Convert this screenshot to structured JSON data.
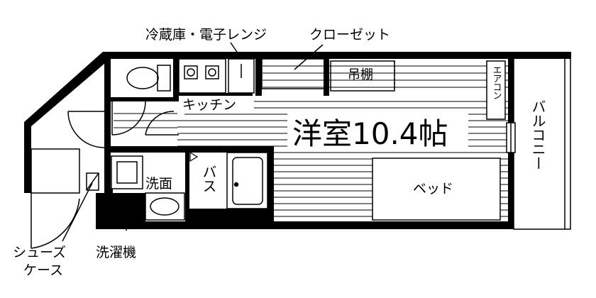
{
  "labels": {
    "fridge_microwave": "冷蔵庫・電子レンジ",
    "closet": "クローゼット",
    "hanging_shelf": "吊棚",
    "aircon": "エアコン",
    "balcony": "バルコニー",
    "kitchen": "キッチン",
    "room": "洋室10.4帖",
    "washbasin": "洗面",
    "bath": "バス",
    "bed": "ベッド",
    "shoe_case_line1": "シューズ",
    "shoe_case_line2": "ケース",
    "washing_machine": "洗濯機"
  },
  "colors": {
    "wall": "#000000",
    "line": "#000000",
    "background": "#ffffff"
  }
}
